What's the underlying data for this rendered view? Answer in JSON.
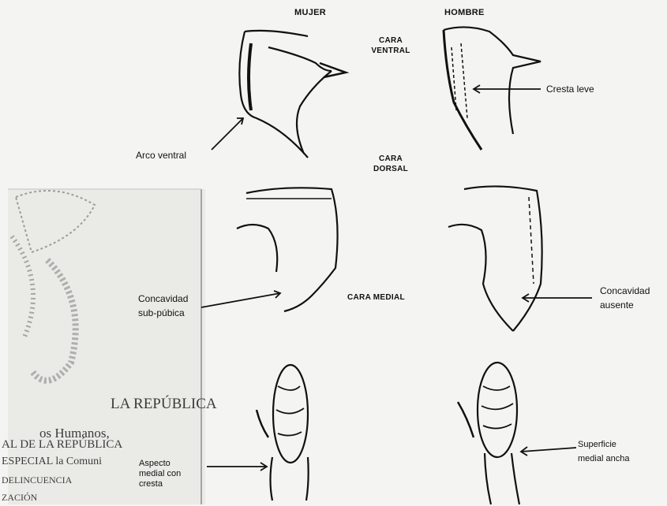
{
  "columns": {
    "female": "MUJER",
    "male": "HOMBRE"
  },
  "views": {
    "ventral": [
      "CARA",
      "VENTRAL"
    ],
    "dorsal": [
      "CARA",
      "DORSAL"
    ],
    "medial": "CARA MEDIAL"
  },
  "annotations": {
    "ventral_arc": "Arco ventral",
    "slight_crest": "Cresta leve",
    "subpubic_concavity": [
      "Concavidad",
      "sub-púbica"
    ],
    "absent_concavity": [
      "Concavidad",
      "ausente"
    ],
    "medial_aspect_with_crest": [
      "Aspecto",
      "medial con",
      "cresta"
    ],
    "wide_medial_surface": [
      "Superficie",
      "medial ancha"
    ]
  },
  "stamp": {
    "line1": "LA REPÚBLICA",
    "line2": "os Humanos,",
    "line3": "AL DE LA REPÚBLICA",
    "line4": "ESPECIAL la Comuni",
    "line5": "DELINCUENCIA",
    "line6": "ZACIÓN"
  }
}
